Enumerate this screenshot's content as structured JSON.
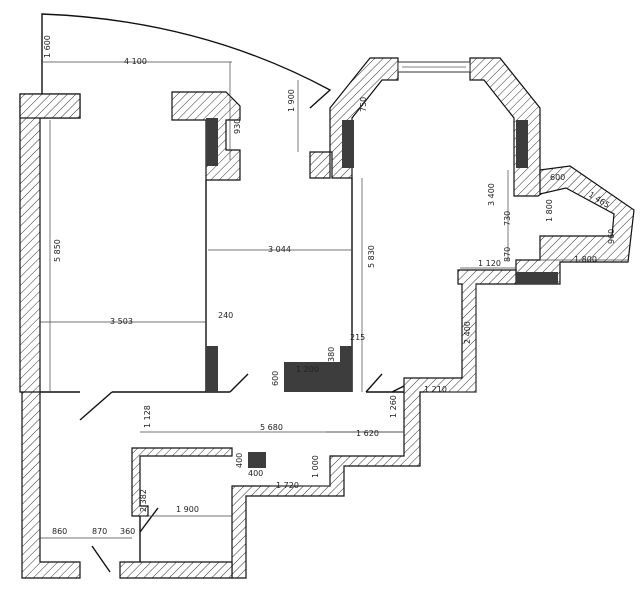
{
  "plan": {
    "dimensions": {
      "balcony_top_offset": "1 600",
      "bedroom_width_top": "4 100",
      "balcony_depth": "1 900",
      "pillar_930": "930",
      "bay_750": "750",
      "bay_height": "3 400",
      "right_600": "600",
      "right_1465": "1 465",
      "right_730": "730",
      "right_1800_v": "1 800",
      "right_960": "960",
      "right_870": "870",
      "right_1120": "1 120",
      "right_1800_h": "1 800",
      "left_room_height": "5 850",
      "mid_room_width": "3 044",
      "mid_room_height": "5 830",
      "left_room_width": "3 503",
      "wall_240": "240",
      "wall_215": "215",
      "wardrobe_380": "380",
      "wardrobe_1200": "1 200",
      "wardrobe_600": "600",
      "right_2400": "2 400",
      "right_1210": "1 210",
      "hall_1128": "1 128",
      "hall_5680": "5 680",
      "hall_1620": "1 620",
      "hall_1260": "1 260",
      "box_400_v": "400",
      "box_400_h": "400",
      "hall_1000": "1 000",
      "hall_1720": "1 720",
      "bath_2382": "2 382",
      "bath_1900": "1 900",
      "door_860": "860",
      "door_870": "870",
      "door_360": "360"
    }
  }
}
